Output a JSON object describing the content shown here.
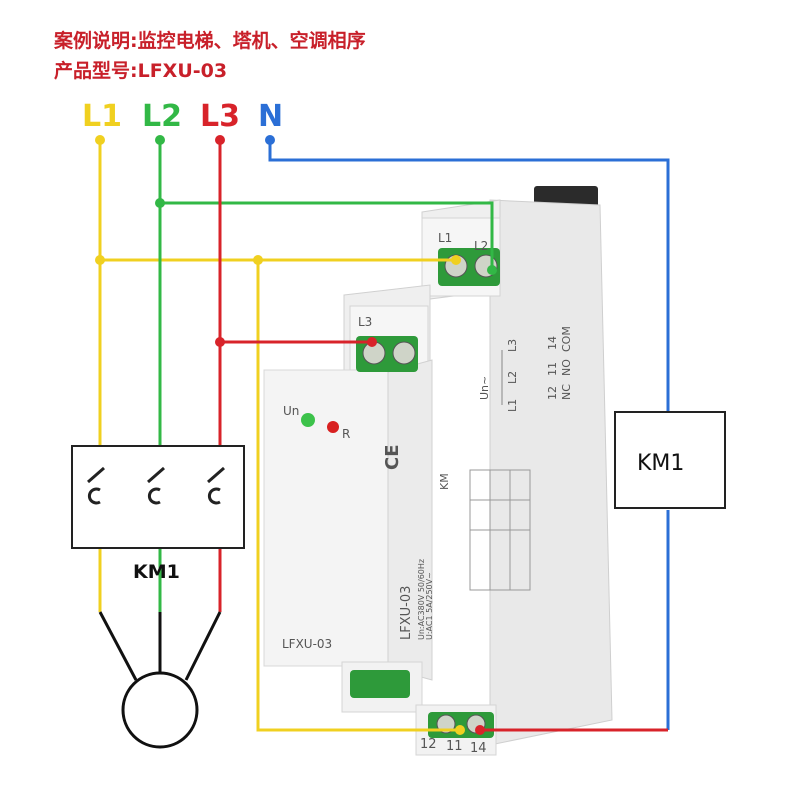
{
  "caption": {
    "line1": "案例说明:监控电梯、塔机、空调相序",
    "line2": "产品型号:LFXU-03"
  },
  "phases": [
    {
      "label": "L1",
      "color": "#f0d020"
    },
    {
      "label": "L2",
      "color": "#32b846"
    },
    {
      "label": "L3",
      "color": "#d8232a"
    },
    {
      "label": "N",
      "color": "#2b6fd6"
    }
  ],
  "contactor_left": {
    "label": "KM1"
  },
  "contactor_coil": {
    "label": "KM1"
  },
  "device": {
    "model": "LFXU-03",
    "side_model": "LFXU-03",
    "ce_mark": "CE",
    "rating_voltage": "Un:AC380V 50/60Hz",
    "rating_contact": "U:AC1 5A/250V~",
    "terminal_top_l1": "L1",
    "terminal_top_l2": "L2",
    "terminal_mid_l3": "L3",
    "led_power": "Un",
    "led_relay": "R",
    "bottom_terminals": [
      "12",
      "11",
      "14"
    ],
    "contact_numbers": [
      "12",
      "11",
      "14"
    ],
    "contact_labels": [
      "NC",
      "NO",
      "COM"
    ],
    "side_phase_labels": [
      "L3",
      "L2",
      "L1"
    ],
    "side_supply_label": "Un~",
    "side_km_label": "KM"
  }
}
